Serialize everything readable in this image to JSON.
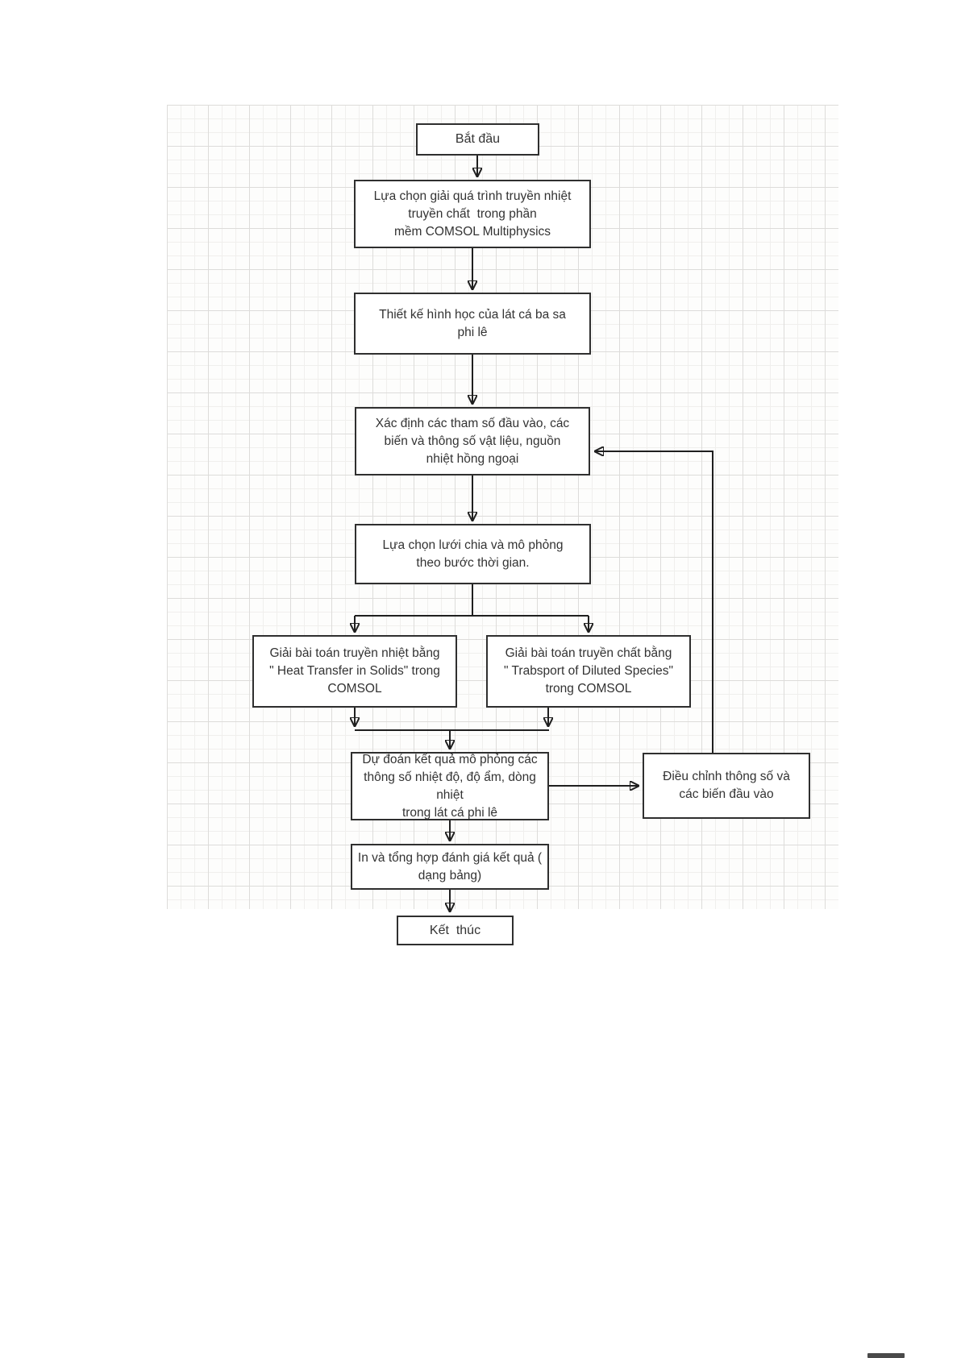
{
  "flowchart": {
    "title_hint": "Simulation process flowchart (Vietnamese)",
    "nodes": [
      {
        "id": "start",
        "label": "Bắt đầu"
      },
      {
        "id": "select-physics",
        "label": "Lựa chọn giải quá trình truyền nhiệt\ntruyền chất  trong phần\nmềm COMSOL Multiphysics"
      },
      {
        "id": "geometry",
        "label": "Thiết kế hình học của lát cá ba sa\nphi lê"
      },
      {
        "id": "parameters",
        "label": "Xác định các tham số đầu vào, các\nbiến và thông số vật liệu, nguồn\nnhiệt hồng ngoại"
      },
      {
        "id": "mesh",
        "label": "Lựa chọn lưới chia và mô phỏng\ntheo bước thời gian."
      },
      {
        "id": "heat-branch",
        "label": "Giải bài toán truyền nhiệt bằng\n\" Heat Transfer in Solids\" trong\nCOMSOL"
      },
      {
        "id": "mass-branch",
        "label": "Giải bài toán truyền chất bằng\n\" Trabsport of Diluted Species\"\ntrong COMSOL"
      },
      {
        "id": "predict",
        "label": "Dự đoán kết quả mô phỏng các\nthông số nhiệt độ, độ ẩm, dòng nhiệt\ntrong lát cá phi lê"
      },
      {
        "id": "adjust",
        "label": "Điều chỉnh thông số và\ncác biến đầu vào"
      },
      {
        "id": "report",
        "label": "In và tổng hợp đánh giá kết quả (\ndạng bảng)"
      },
      {
        "id": "end",
        "label": "Kết  thúc"
      }
    ],
    "colors": {
      "box_border": "#2f2f2f",
      "text": "#333333",
      "connector": "#1f1f1f",
      "grid_minor": "#f0efed",
      "grid_major": "#dddcda",
      "background": "#ffffff"
    }
  }
}
